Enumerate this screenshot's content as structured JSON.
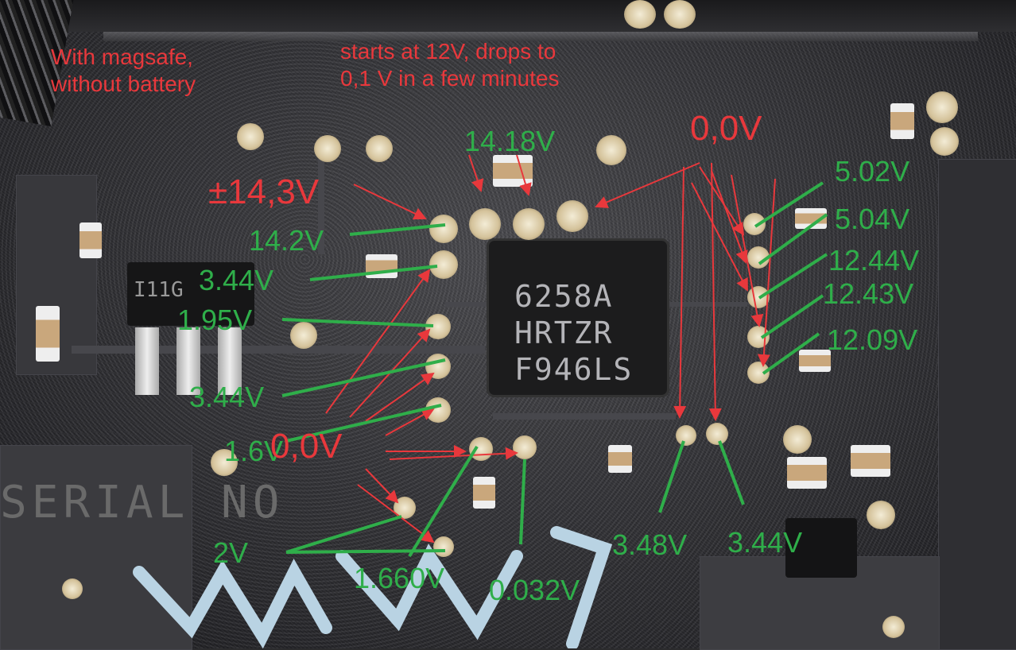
{
  "notes": {
    "condition": [
      "With magsafe,",
      "without battery"
    ],
    "behavior": [
      "starts at 12V, drops to",
      "0,1 V in a few minutes"
    ]
  },
  "chip_marking": [
    "6258A",
    "HRTZR",
    "F946LS"
  ],
  "sot_marking": "I11G",
  "silkscreen": "SERIAL NO",
  "red_labels": {
    "top_right": "0,0V",
    "left": "±14,3V",
    "bottom_left": "0,0V"
  },
  "green_labels": {
    "top": "14.18V",
    "left": [
      "14.2V",
      "3.44V",
      "1.95V",
      "3.44V",
      "1.6V"
    ],
    "right": [
      "5.02V",
      "5.04V",
      "12.44V",
      "12.43V",
      "12.09V"
    ],
    "bottom": [
      "2V",
      "1.660V",
      "0.032V",
      "3.48V",
      "3.44V"
    ]
  },
  "colors": {
    "annotation_red": "#e8383c",
    "annotation_green": "#2fae4a"
  }
}
